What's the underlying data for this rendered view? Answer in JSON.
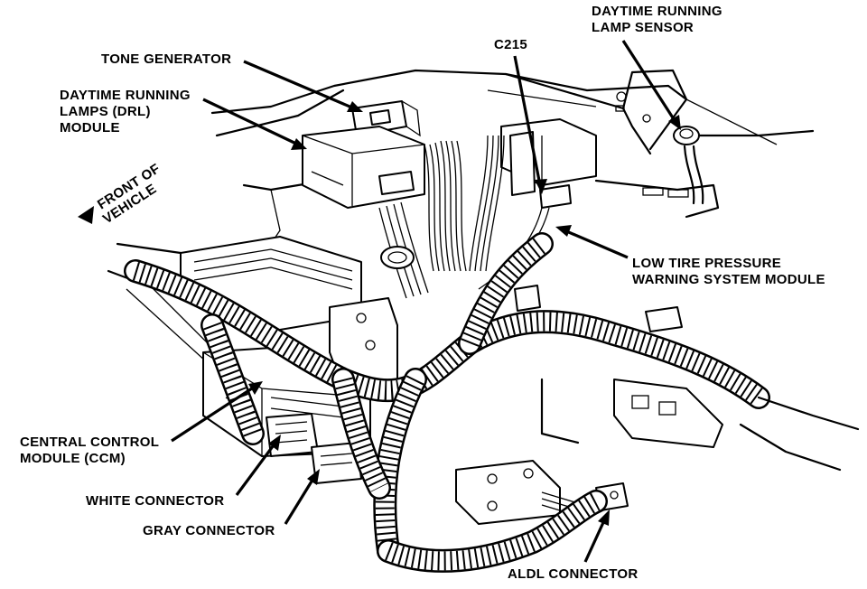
{
  "labels": {
    "tone_generator": "TONE GENERATOR",
    "drl_module_1": "DAYTIME RUNNING",
    "drl_module_2": "LAMPS (DRL)",
    "drl_module_3": "MODULE",
    "front_of_vehicle_1": "FRONT OF",
    "front_of_vehicle_2": "VEHICLE",
    "c215": "C215",
    "drl_sensor_1": "DAYTIME RUNNING",
    "drl_sensor_2": "LAMP SENSOR",
    "low_tire_1": "LOW TIRE PRESSURE",
    "low_tire_2": "WARNING SYSTEM MODULE",
    "ccm_1": "CENTRAL CONTROL",
    "ccm_2": "MODULE (CCM)",
    "white_connector": "WHITE CONNECTOR",
    "gray_connector": "GRAY CONNECTOR",
    "aldl_connector": "ALDL CONNECTOR"
  },
  "colors": {
    "ink": "#000000",
    "paper": "#ffffff"
  },
  "icons": {
    "front_direction": "arrow-left-icon"
  }
}
